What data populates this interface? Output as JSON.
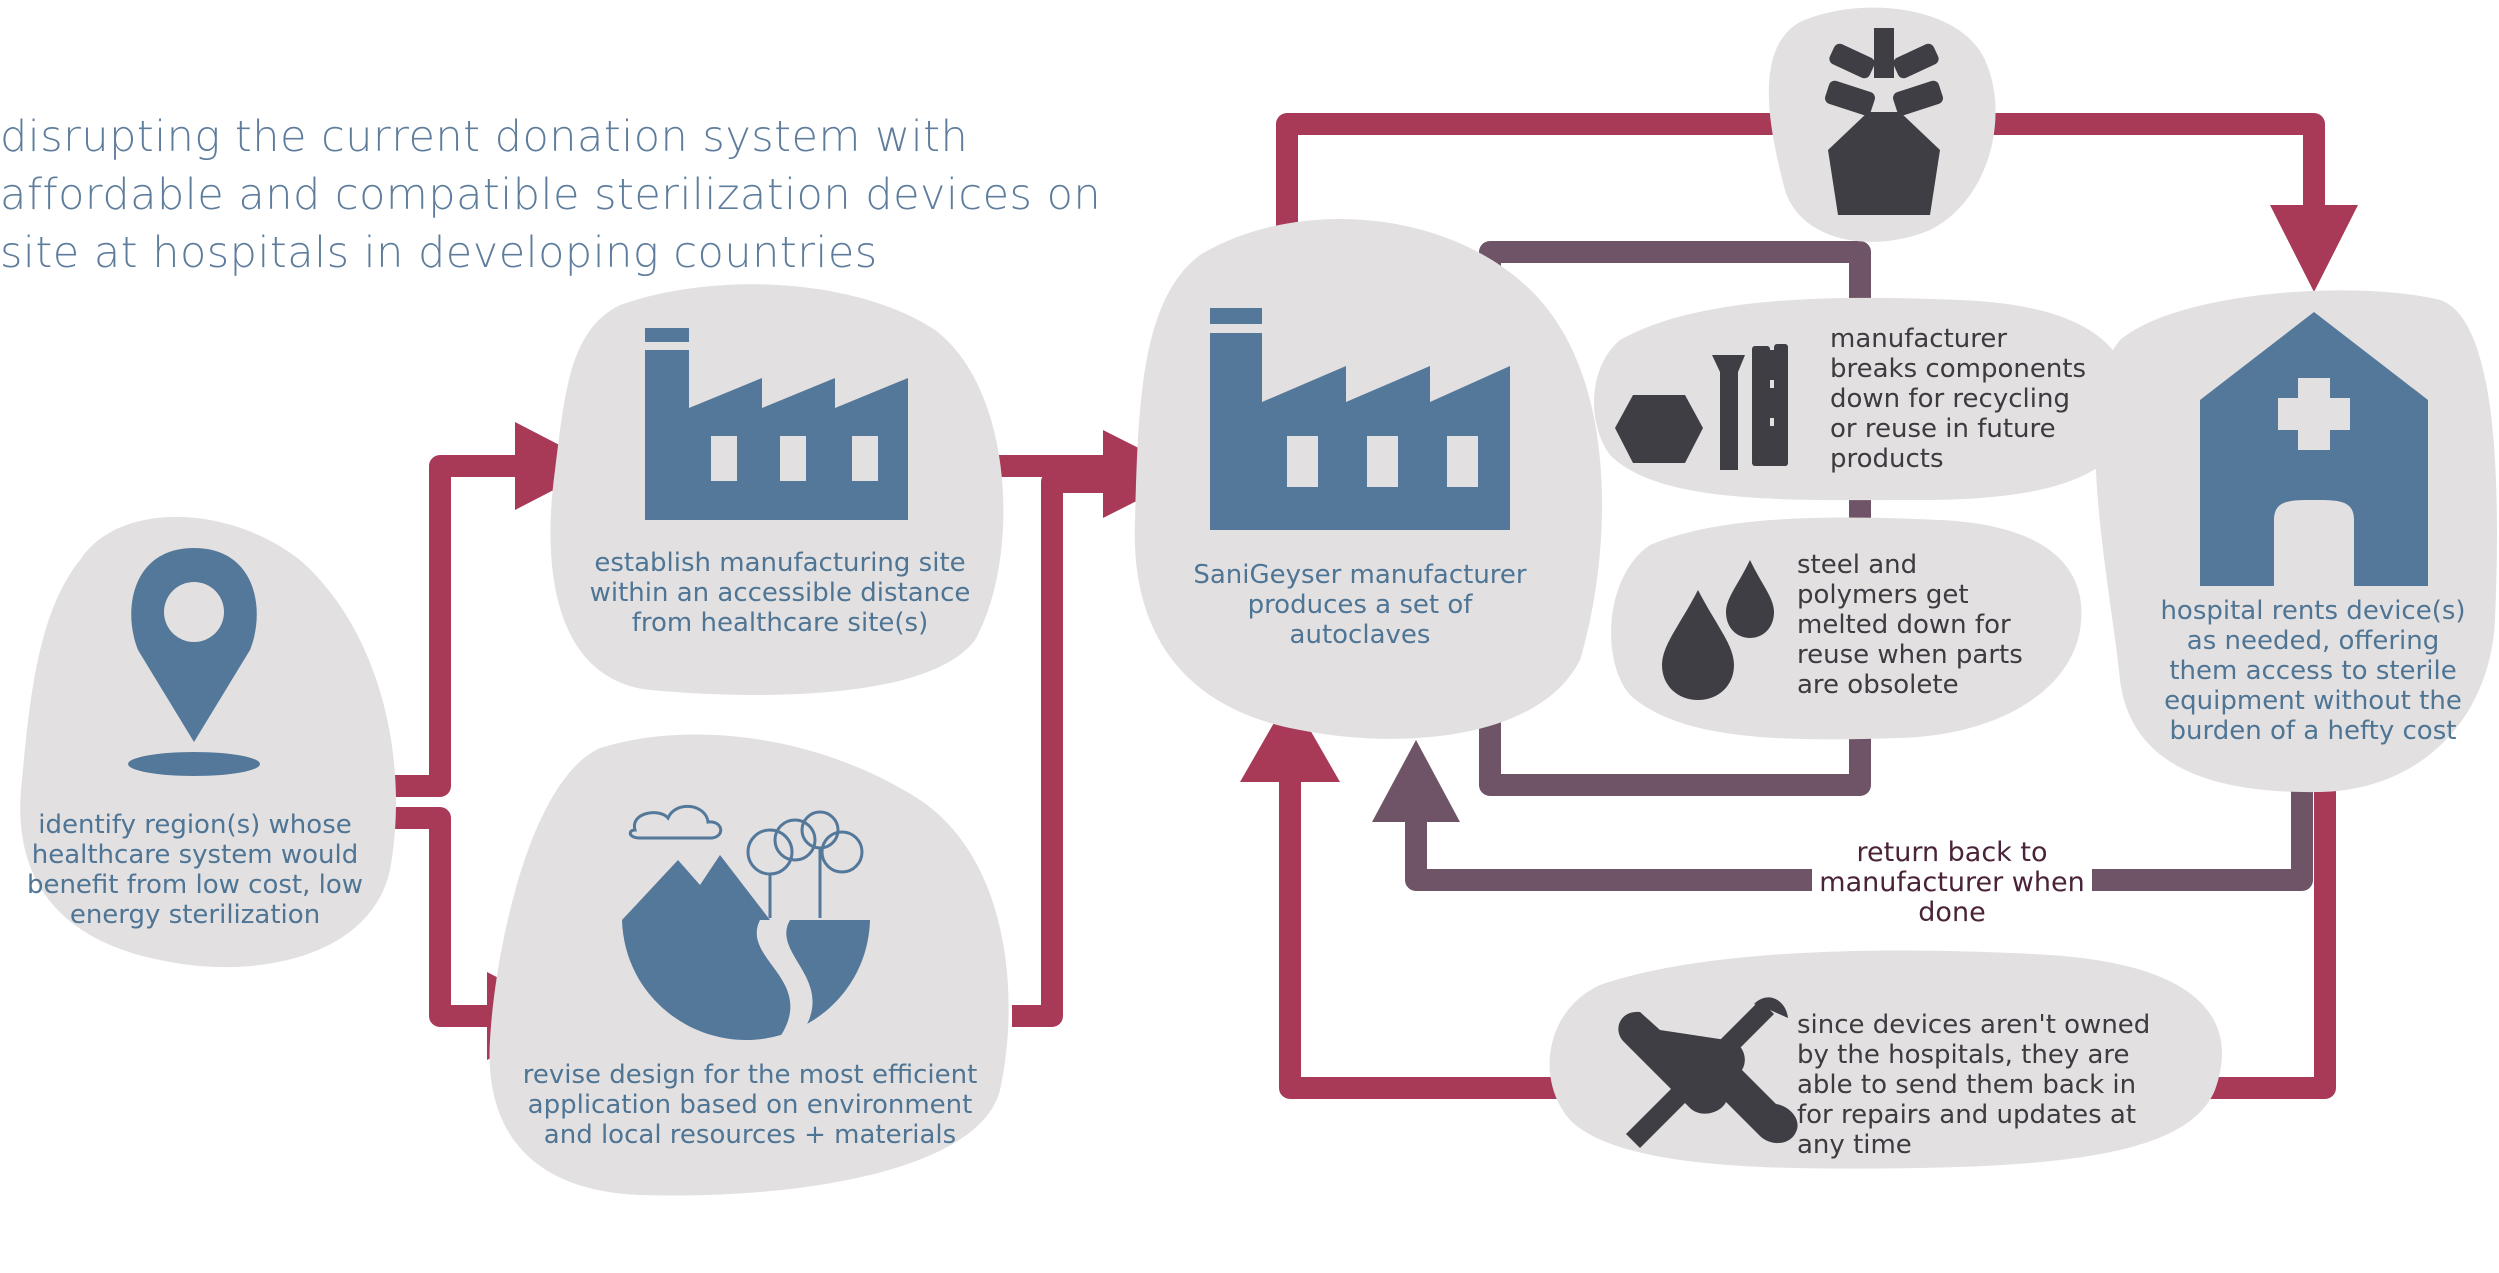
{
  "headline": [
    "disrupting the current donation system with",
    "affordable and compatible sterilization devices on",
    "site at hospitals in developing countries"
  ],
  "steps": {
    "identify": [
      "identify region(s) whose",
      "healthcare system would",
      "benefit from low cost, low",
      "energy sterilization"
    ],
    "establish": [
      "establish manufacturing site",
      "within an accessible distance",
      "from healthcare site(s)"
    ],
    "revise": [
      "revise design for the most efficient",
      "application based on environment",
      "and local resources + materials"
    ],
    "manufacturer": [
      "SaniGeyser manufacturer",
      "produces a set of",
      "autoclaves"
    ],
    "breaks": [
      "manufacturer",
      "breaks components",
      "down for recycling",
      "or reuse in future",
      "products"
    ],
    "steel": [
      "steel and",
      "polymers get",
      "melted down for",
      "reuse when parts",
      "are obsolete"
    ],
    "hospital": [
      "hospital rents device(s)",
      "as needed, offering",
      "them access to sterile",
      "equipment without the",
      "burden of a hefty cost"
    ],
    "return": [
      "return back to",
      "manufacturer when",
      "done"
    ],
    "repairs": [
      "since devices aren't owned",
      "by the hospitals, they are",
      "able to send them back in",
      "for repairs and updates at",
      "any time"
    ]
  },
  "icons": [
    "map-pin-icon",
    "factory-icon",
    "landscape-icon",
    "autoclave-icon",
    "components-icon",
    "droplets-icon",
    "hospital-icon",
    "tools-icon"
  ],
  "colors": {
    "blob": "#e2e0e1",
    "blue": "#54789a",
    "crimson": "#a83a58",
    "plum": "#6e5466",
    "charcoal": "#403e45"
  }
}
